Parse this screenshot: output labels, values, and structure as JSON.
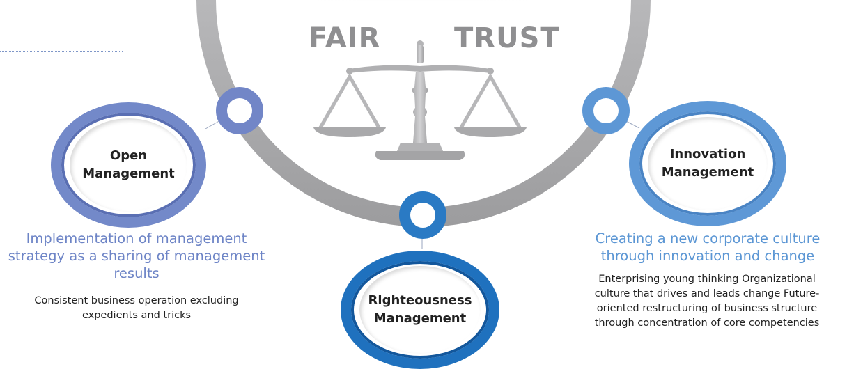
{
  "top_labels": {
    "left": "FAIR",
    "right": "TRUST"
  },
  "pillars": {
    "open": {
      "title_line1": "Open",
      "title_line2": "Management",
      "heading": "Implementation of management strategy as a sharing of management results",
      "description": "Consistent business operation excluding expedients and tricks",
      "color": "#6f86c8"
    },
    "righteousness": {
      "title_line1": "Righteousness",
      "title_line2": "Management",
      "color": "#2777c2"
    },
    "innovation": {
      "title_line1": "Innovation",
      "title_line2": "Management",
      "heading": "Creating a new corporate culture through innovation and change",
      "description": "Enterprising young thinking Organizational culture that drives and leads change Future-oriented restructuring of business structure through concentration of core competencies",
      "color": "#5b96d4"
    }
  },
  "icons": {
    "center": "balance-scale-icon"
  }
}
